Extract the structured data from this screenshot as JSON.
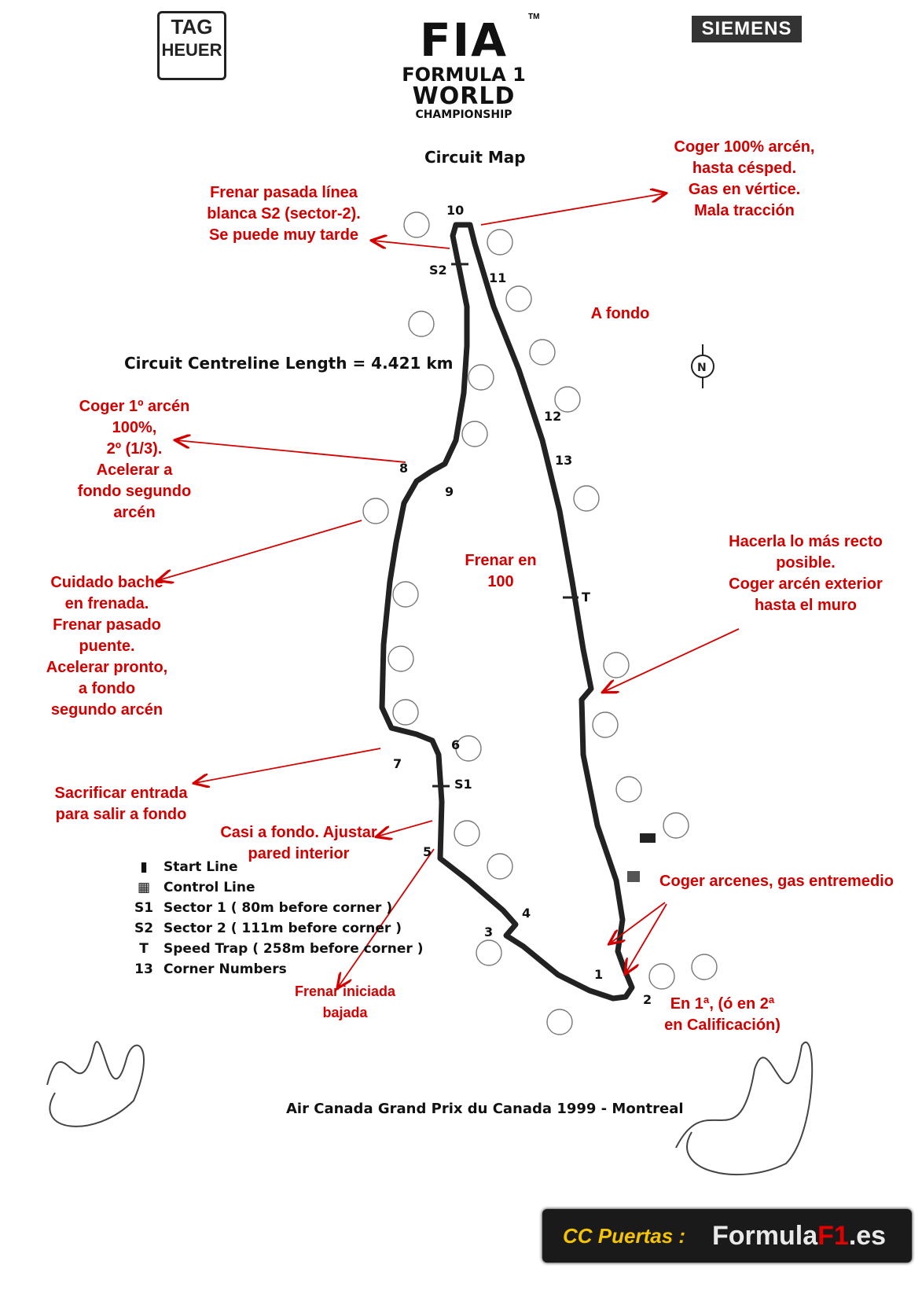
{
  "logos": {
    "tag_heuer_line1": "TAG",
    "tag_heuer_line2": "HEUER",
    "fia_letters": "FIA",
    "fia_tm": "TM",
    "fia_line1": "FORMULA 1",
    "fia_line2": "WORLD",
    "fia_line3": "CHAMPIONSHIP",
    "siemens": "SIEMENS"
  },
  "map": {
    "title": "Circuit Map",
    "length_label": "Circuit Centreline Length = 4.421 km",
    "footer": "Air Canada Grand Prix du Canada 1999 - Montreal",
    "north_icon": "compass-north-icon",
    "track_color": "#222222",
    "corners": [
      "1",
      "2",
      "3",
      "4",
      "5",
      "6",
      "7",
      "8",
      "9",
      "10",
      "11",
      "12",
      "13"
    ],
    "markers": {
      "s1": "S1",
      "s2": "S2",
      "t": "T"
    }
  },
  "legend": [
    {
      "key": "",
      "icon": "start-line-icon",
      "label": "Start Line"
    },
    {
      "key": "",
      "icon": "checkered-flag-icon",
      "label": "Control Line"
    },
    {
      "key": "S1",
      "label": "Sector 1 ( 80m before corner )"
    },
    {
      "key": "S2",
      "label": "Sector 2 ( 111m before corner )"
    },
    {
      "key": "T",
      "label": "Speed Trap ( 258m before corner )"
    },
    {
      "key": "13",
      "label": "Corner Numbers"
    }
  ],
  "notes": {
    "t10": [
      "Coger 100% arcén,",
      "hasta césped.",
      "Gas en vértice.",
      "Mala tracción"
    ],
    "s2": [
      "Frenar pasada línea",
      "blanca S2 (sector-2).",
      "Se puede muy tarde"
    ],
    "t11": [
      "A fondo"
    ],
    "t8": [
      "Coger 1º arcén",
      "100%,",
      "2º  (1/3).",
      "Acelerar a",
      "fondo segundo",
      "arcén"
    ],
    "bache": [
      "Cuidado  bache",
      "en frenada.",
      "Frenar pasado",
      "puente.",
      "Acelerar pronto,",
      "a fondo",
      "segundo arcén"
    ],
    "frenar100": [
      "Frenar en",
      "100"
    ],
    "recto": [
      "Hacerla lo más recto",
      "posible.",
      "Coger arcén exterior",
      "hasta el muro"
    ],
    "t7": [
      "Sacrificar entrada",
      "para salir a fondo"
    ],
    "t6": [
      "Casi a fondo.  Ajustar",
      "pared interior"
    ],
    "t4": [
      "Frenar iniciada",
      "bajada"
    ],
    "arcenes": [
      "Coger arcenes, gas entremedio"
    ],
    "t1": [
      "En 1ª,  (ó en 2ª",
      "en Calificación)"
    ]
  },
  "colors": {
    "note_red": "#d40000",
    "credit_yellow": "#f5c400",
    "credit_red": "#e00000"
  },
  "credit": {
    "author": "CC Puertas :",
    "site_a": "Formula",
    "site_b": "F1",
    "site_c": ".es"
  }
}
